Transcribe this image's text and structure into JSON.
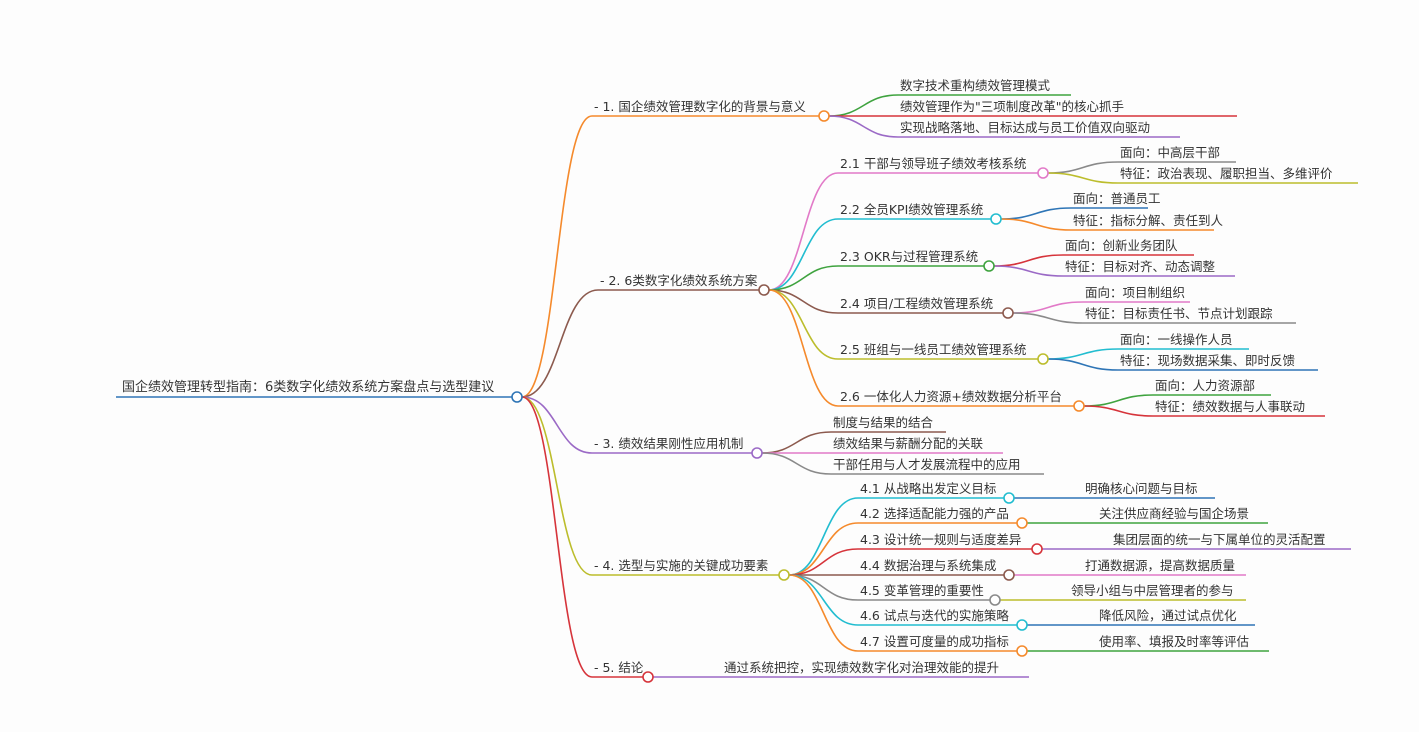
{
  "root": {
    "label": "国企绩效管理转型指南：6类数字化绩效系统方案盘点与选型建议",
    "color": "#2e75b6"
  },
  "branches": [
    {
      "label": "- 1. 国企绩效管理数字化的背景与意义",
      "color": "#f58a2c",
      "children": [
        {
          "label": "数字技术重构绩效管理模式",
          "color": "#3fa33f"
        },
        {
          "label": "绩效管理作为\"三项制度改革\"的核心抓手",
          "color": "#d6343b"
        },
        {
          "label": "实现战略落地、目标达成与员工价值双向驱动",
          "color": "#9b6ac6"
        }
      ]
    },
    {
      "label": "- 2. 6类数字化绩效系统方案",
      "color": "#8c5a4e",
      "children": [
        {
          "label": "2.1 干部与领导班子绩效考核系统",
          "color": "#e27ac8",
          "children": [
            {
              "label": "面向：中高层干部",
              "color": "#8a8a8a"
            },
            {
              "label": "特征：政治表现、履职担当、多维评价",
              "color": "#bcbd2c"
            }
          ]
        },
        {
          "label": "2.2 全员KPI绩效管理系统",
          "color": "#22bdd0",
          "children": [
            {
              "label": "面向：普通员工",
              "color": "#2e75b6"
            },
            {
              "label": "特征：指标分解、责任到人",
              "color": "#f58a2c"
            }
          ]
        },
        {
          "label": "2.3 OKR与过程管理系统",
          "color": "#3fa33f",
          "children": [
            {
              "label": "面向：创新业务团队",
              "color": "#d6343b"
            },
            {
              "label": "特征：目标对齐、动态调整",
              "color": "#9b6ac6"
            }
          ]
        },
        {
          "label": "2.4 项目/工程绩效管理系统",
          "color": "#8c5a4e",
          "children": [
            {
              "label": "面向：项目制组织",
              "color": "#e27ac8"
            },
            {
              "label": "特征：目标责任书、节点计划跟踪",
              "color": "#8a8a8a"
            }
          ]
        },
        {
          "label": "2.5 班组与一线员工绩效管理系统",
          "color": "#bcbd2c",
          "children": [
            {
              "label": "面向：一线操作人员",
              "color": "#22bdd0"
            },
            {
              "label": "特征：现场数据采集、即时反馈",
              "color": "#2e75b6"
            }
          ]
        },
        {
          "label": "2.6 一体化人力资源+绩效数据分析平台",
          "color": "#f58a2c",
          "children": [
            {
              "label": "面向：人力资源部",
              "color": "#3fa33f"
            },
            {
              "label": "特征：绩效数据与人事联动",
              "color": "#d6343b"
            }
          ]
        }
      ]
    },
    {
      "label": "- 3. 绩效结果刚性应用机制",
      "color": "#9b6ac6",
      "children": [
        {
          "label": "制度与结果的结合",
          "color": "#8c5a4e"
        },
        {
          "label": "绩效结果与薪酬分配的关联",
          "color": "#e27ac8"
        },
        {
          "label": "干部任用与人才发展流程中的应用",
          "color": "#8a8a8a"
        }
      ]
    },
    {
      "label": "- 4. 选型与实施的关键成功要素",
      "color": "#bcbd2c",
      "children": [
        {
          "label": "4.1 从战略出发定义目标",
          "color": "#22bdd0",
          "children": [
            {
              "label": "明确核心问题与目标",
              "color": "#2e75b6"
            }
          ]
        },
        {
          "label": "4.2 选择适配能力强的产品",
          "color": "#f58a2c",
          "children": [
            {
              "label": "关注供应商经验与国企场景",
              "color": "#3fa33f"
            }
          ]
        },
        {
          "label": "4.3 设计统一规则与适度差异",
          "color": "#d6343b",
          "children": [
            {
              "label": "集团层面的统一与下属单位的灵活配置",
              "color": "#9b6ac6"
            }
          ]
        },
        {
          "label": "4.4 数据治理与系统集成",
          "color": "#8c5a4e",
          "children": [
            {
              "label": "打通数据源，提高数据质量",
              "color": "#e27ac8"
            }
          ]
        },
        {
          "label": "4.5 变革管理的重要性",
          "color": "#8a8a8a",
          "children": [
            {
              "label": "领导小组与中层管理者的参与",
              "color": "#bcbd2c"
            }
          ]
        },
        {
          "label": "4.6 试点与迭代的实施策略",
          "color": "#22bdd0",
          "children": [
            {
              "label": "降低风险，通过试点优化",
              "color": "#2e75b6"
            }
          ]
        },
        {
          "label": "4.7 设置可度量的成功指标",
          "color": "#f58a2c",
          "children": [
            {
              "label": "使用率、填报及时率等评估",
              "color": "#3fa33f"
            }
          ]
        }
      ]
    },
    {
      "label": "- 5. 结论",
      "color": "#d6343b",
      "children": [
        {
          "label": "通过系统把控，实现绩效数字化对治理效能的提升",
          "color": "#9b6ac6"
        }
      ]
    }
  ]
}
